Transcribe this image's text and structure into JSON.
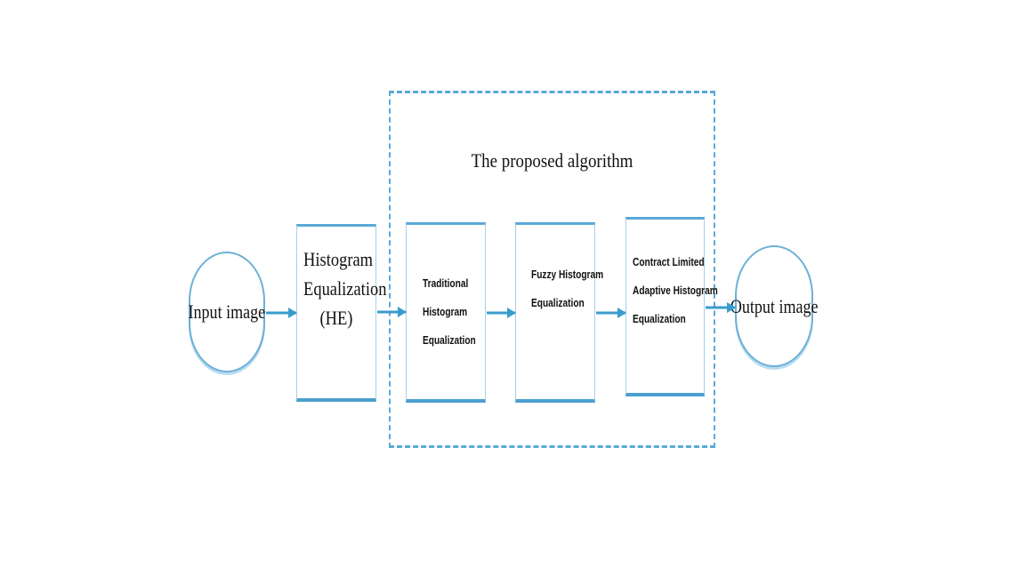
{
  "diagram": {
    "group_title": "The proposed algorithm",
    "input": "Input image",
    "output": "Output image",
    "he": {
      "lines": [
        "Histogram",
        "Equalization",
        "(HE)"
      ]
    },
    "steps": [
      {
        "lines": [
          "Traditional",
          "Histogram",
          "Equalization"
        ]
      },
      {
        "lines": [
          "Fuzzy Histogram",
          "Equalization"
        ]
      },
      {
        "lines": [
          "Contract Limited",
          "Adaptive Histogram",
          "Equalization"
        ]
      }
    ],
    "colors": {
      "accent": "#3a9ccc",
      "border": "#5aa9d6"
    }
  }
}
